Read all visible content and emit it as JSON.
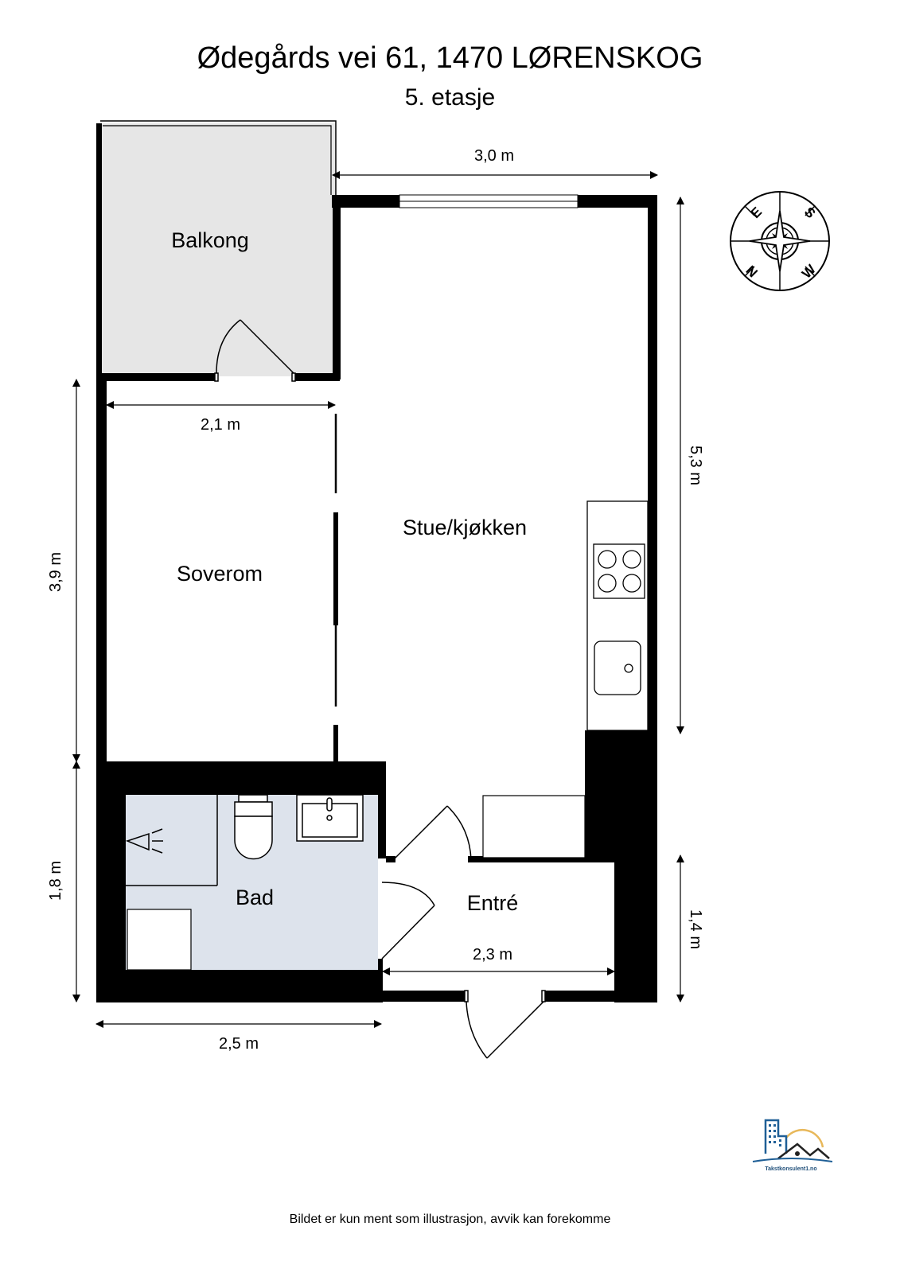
{
  "header": {
    "address": "Ødegårds vei 61, 1470 LØRENSKOG",
    "floor": "5. etasje"
  },
  "rooms": {
    "balcony": "Balkong",
    "living_kitchen": "Stue/kjøkken",
    "bedroom": "Soverom",
    "bathroom": "Bad",
    "entrance": "Entré"
  },
  "dimensions": {
    "top_width": "3,0 m",
    "bedroom_width": "2,1 m",
    "right_height_upper": "5,3 m",
    "left_height_upper": "3,9 m",
    "left_height_lower": "1,8 m",
    "right_height_lower": "1,4 m",
    "entrance_width": "2,3 m",
    "bottom_width": "2,5 m"
  },
  "compass": {
    "icon": "compass-rose-icon",
    "labels": [
      "E",
      "S",
      "N",
      "W"
    ]
  },
  "logo": {
    "icon": "building-house-logo-icon",
    "caption": "Takstkonsulent1.no",
    "colors": {
      "building": "#1f5f96",
      "sun": "#e8b85a",
      "roof": "#222222"
    }
  },
  "footer": {
    "disclaimer": "Bildet er kun ment som illustrasjon, avvik kan forekomme"
  },
  "colors": {
    "wall": "#000000",
    "balcony_fill": "#e6e6e6",
    "bathroom_fill": "#dde3ec",
    "background": "#ffffff"
  }
}
